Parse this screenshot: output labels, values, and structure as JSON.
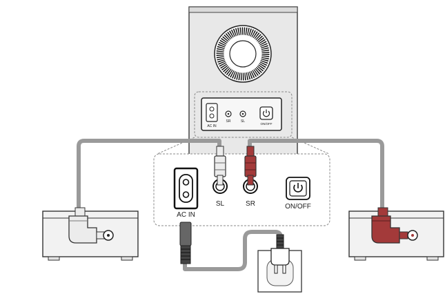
{
  "subwoofer_panel": {
    "ac_in": "AC IN",
    "sr": "SR",
    "sl": "SL",
    "on_off": "ON/OFF"
  },
  "detail_panel": {
    "ac_in": "AC IN",
    "sl": "SL",
    "sr": "SR",
    "on_off": "ON/OFF"
  },
  "colors": {
    "cable_gray": "#9a9a9a",
    "plug_red": "#a33a3a",
    "plug_white": "#ececec",
    "box_fill": "#f2f2f2",
    "outline": "#333333"
  },
  "icons": [
    "fan-grille-icon",
    "power-icon",
    "ac-socket-icon",
    "ac-plug-icon",
    "rca-jack-icon"
  ]
}
